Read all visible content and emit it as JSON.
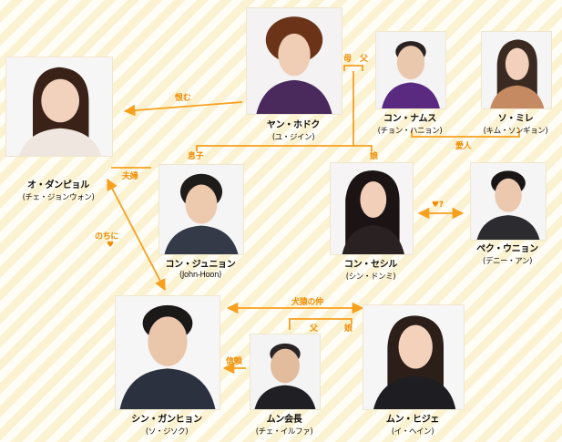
{
  "colors": {
    "accent": "#f7a01e",
    "label": "#f08c00",
    "background": "#fffdf4"
  },
  "people": [
    {
      "id": "oh",
      "name": "オ・ダンピョル",
      "actor": "(チェ・ジョンウォン)",
      "icon": "woman-portrait"
    },
    {
      "id": "yang",
      "name": "ヤン・ホドク",
      "actor": "(ユ・ジイン)",
      "icon": "woman-portrait"
    },
    {
      "id": "kongnamsu",
      "name": "コン・ナムス",
      "actor": "(チョン・ハニョン)",
      "icon": "man-portrait"
    },
    {
      "id": "somiree",
      "name": "ソ・ミレ",
      "actor": "(キム・ソンギョン)",
      "icon": "woman-portrait"
    },
    {
      "id": "kongjunhyon",
      "name": "コン・ジュニョン",
      "actor": "(John-Hoon)",
      "icon": "man-portrait"
    },
    {
      "id": "kongsesil",
      "name": "コン・セシル",
      "actor": "(シン・ドンミ)",
      "icon": "woman-portrait"
    },
    {
      "id": "baek",
      "name": "ペク・ウニョン",
      "actor": "(デニー・アン)",
      "icon": "man-portrait"
    },
    {
      "id": "shin",
      "name": "シン・ガンヒョン",
      "actor": "(ソ・ジソク)",
      "icon": "man-portrait"
    },
    {
      "id": "munkaicho",
      "name": "ムン会長",
      "actor": "(チェ・イルファ)",
      "icon": "man-portrait"
    },
    {
      "id": "munhije",
      "name": "ムン・ヒジェ",
      "actor": "(イ・ヘイン)",
      "icon": "woman-portrait"
    }
  ],
  "relations": {
    "urami": "恨む",
    "mother": "母",
    "father": "父",
    "aijin": "愛人",
    "musuko": "息子",
    "musume": "娘",
    "fufu": "夫婦",
    "heart_q": "♥?",
    "nochini": "のちに",
    "heart": "♥",
    "kenen": "犬猿の仲",
    "father2": "父",
    "musume2": "娘",
    "shinrai": "信頼"
  }
}
